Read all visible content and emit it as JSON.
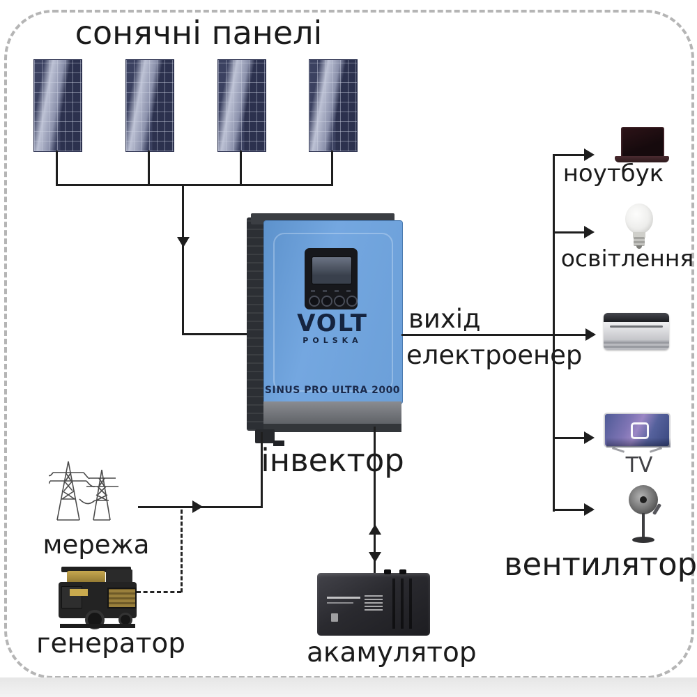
{
  "title": "сонячні панелі",
  "inverter": {
    "label": "інвектор",
    "brand": "VOLT",
    "brand_sub": "POLSKA",
    "model": "SINUS PRO ULTRA 2000"
  },
  "output": {
    "line1": "вихід",
    "line2": "електроенер"
  },
  "sources": {
    "grid": "мережа",
    "generator": "генератор",
    "battery": "акамулятор"
  },
  "devices": {
    "laptop": "ноутбук",
    "light": "освітлення",
    "tv": "TV",
    "fan": "вентилятор"
  },
  "colors": {
    "line": "#1e1e1e",
    "inverter_blue": "#6b9fd8",
    "panel_navy": "#3b4160",
    "border_gray": "#b5b5b5"
  }
}
